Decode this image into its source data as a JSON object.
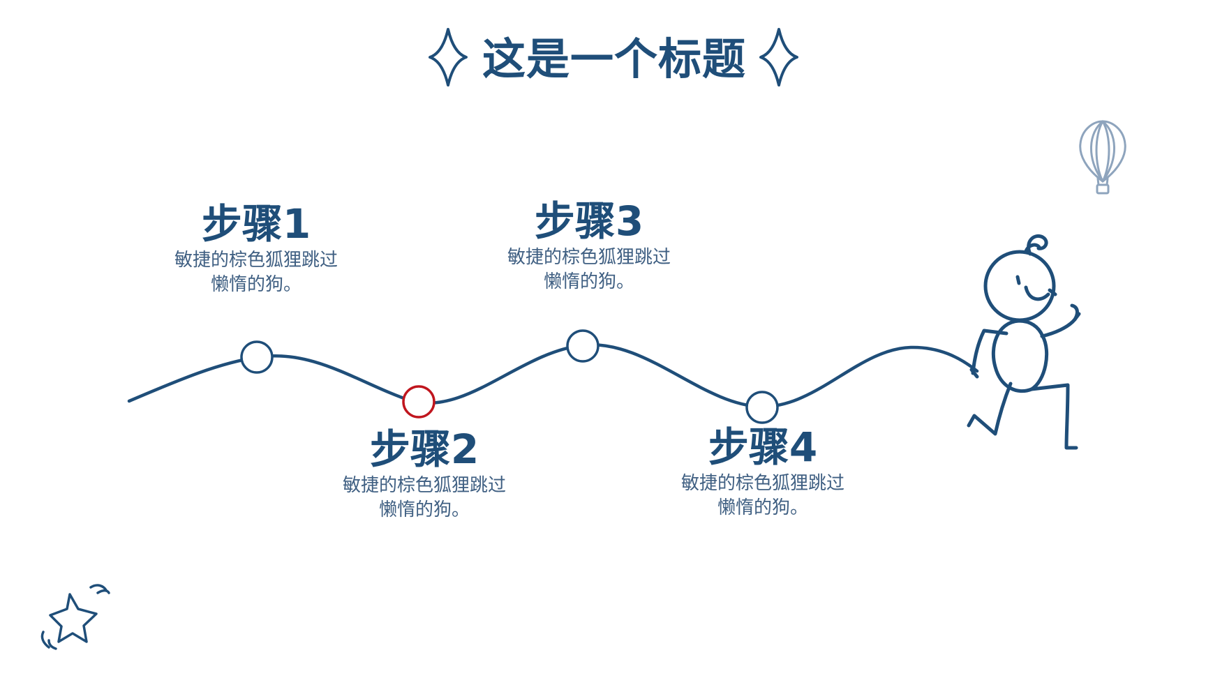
{
  "title": "这是一个标题",
  "steps": [
    {
      "title": "步骤1",
      "desc_line1": "敏捷的棕色狐狸跳过",
      "desc_line2": "懒惰的狗。"
    },
    {
      "title": "步骤2",
      "desc_line1": "敏捷的棕色狐狸跳过",
      "desc_line2": "懒惰的狗。"
    },
    {
      "title": "步骤3",
      "desc_line1": "敏捷的棕色狐狸跳过",
      "desc_line2": "懒惰的狗。"
    },
    {
      "title": "步骤4",
      "desc_line1": "敏捷的棕色狐狸跳过",
      "desc_line2": "懒惰的狗。"
    }
  ],
  "colors": {
    "primary": "#1f4e79",
    "highlight": "#c0161e",
    "balloon": "#8ea4bd"
  },
  "icons": [
    "sparkle-star-icon",
    "hot-air-balloon-icon",
    "stick-figure-runner-icon",
    "doodle-star-icon"
  ]
}
